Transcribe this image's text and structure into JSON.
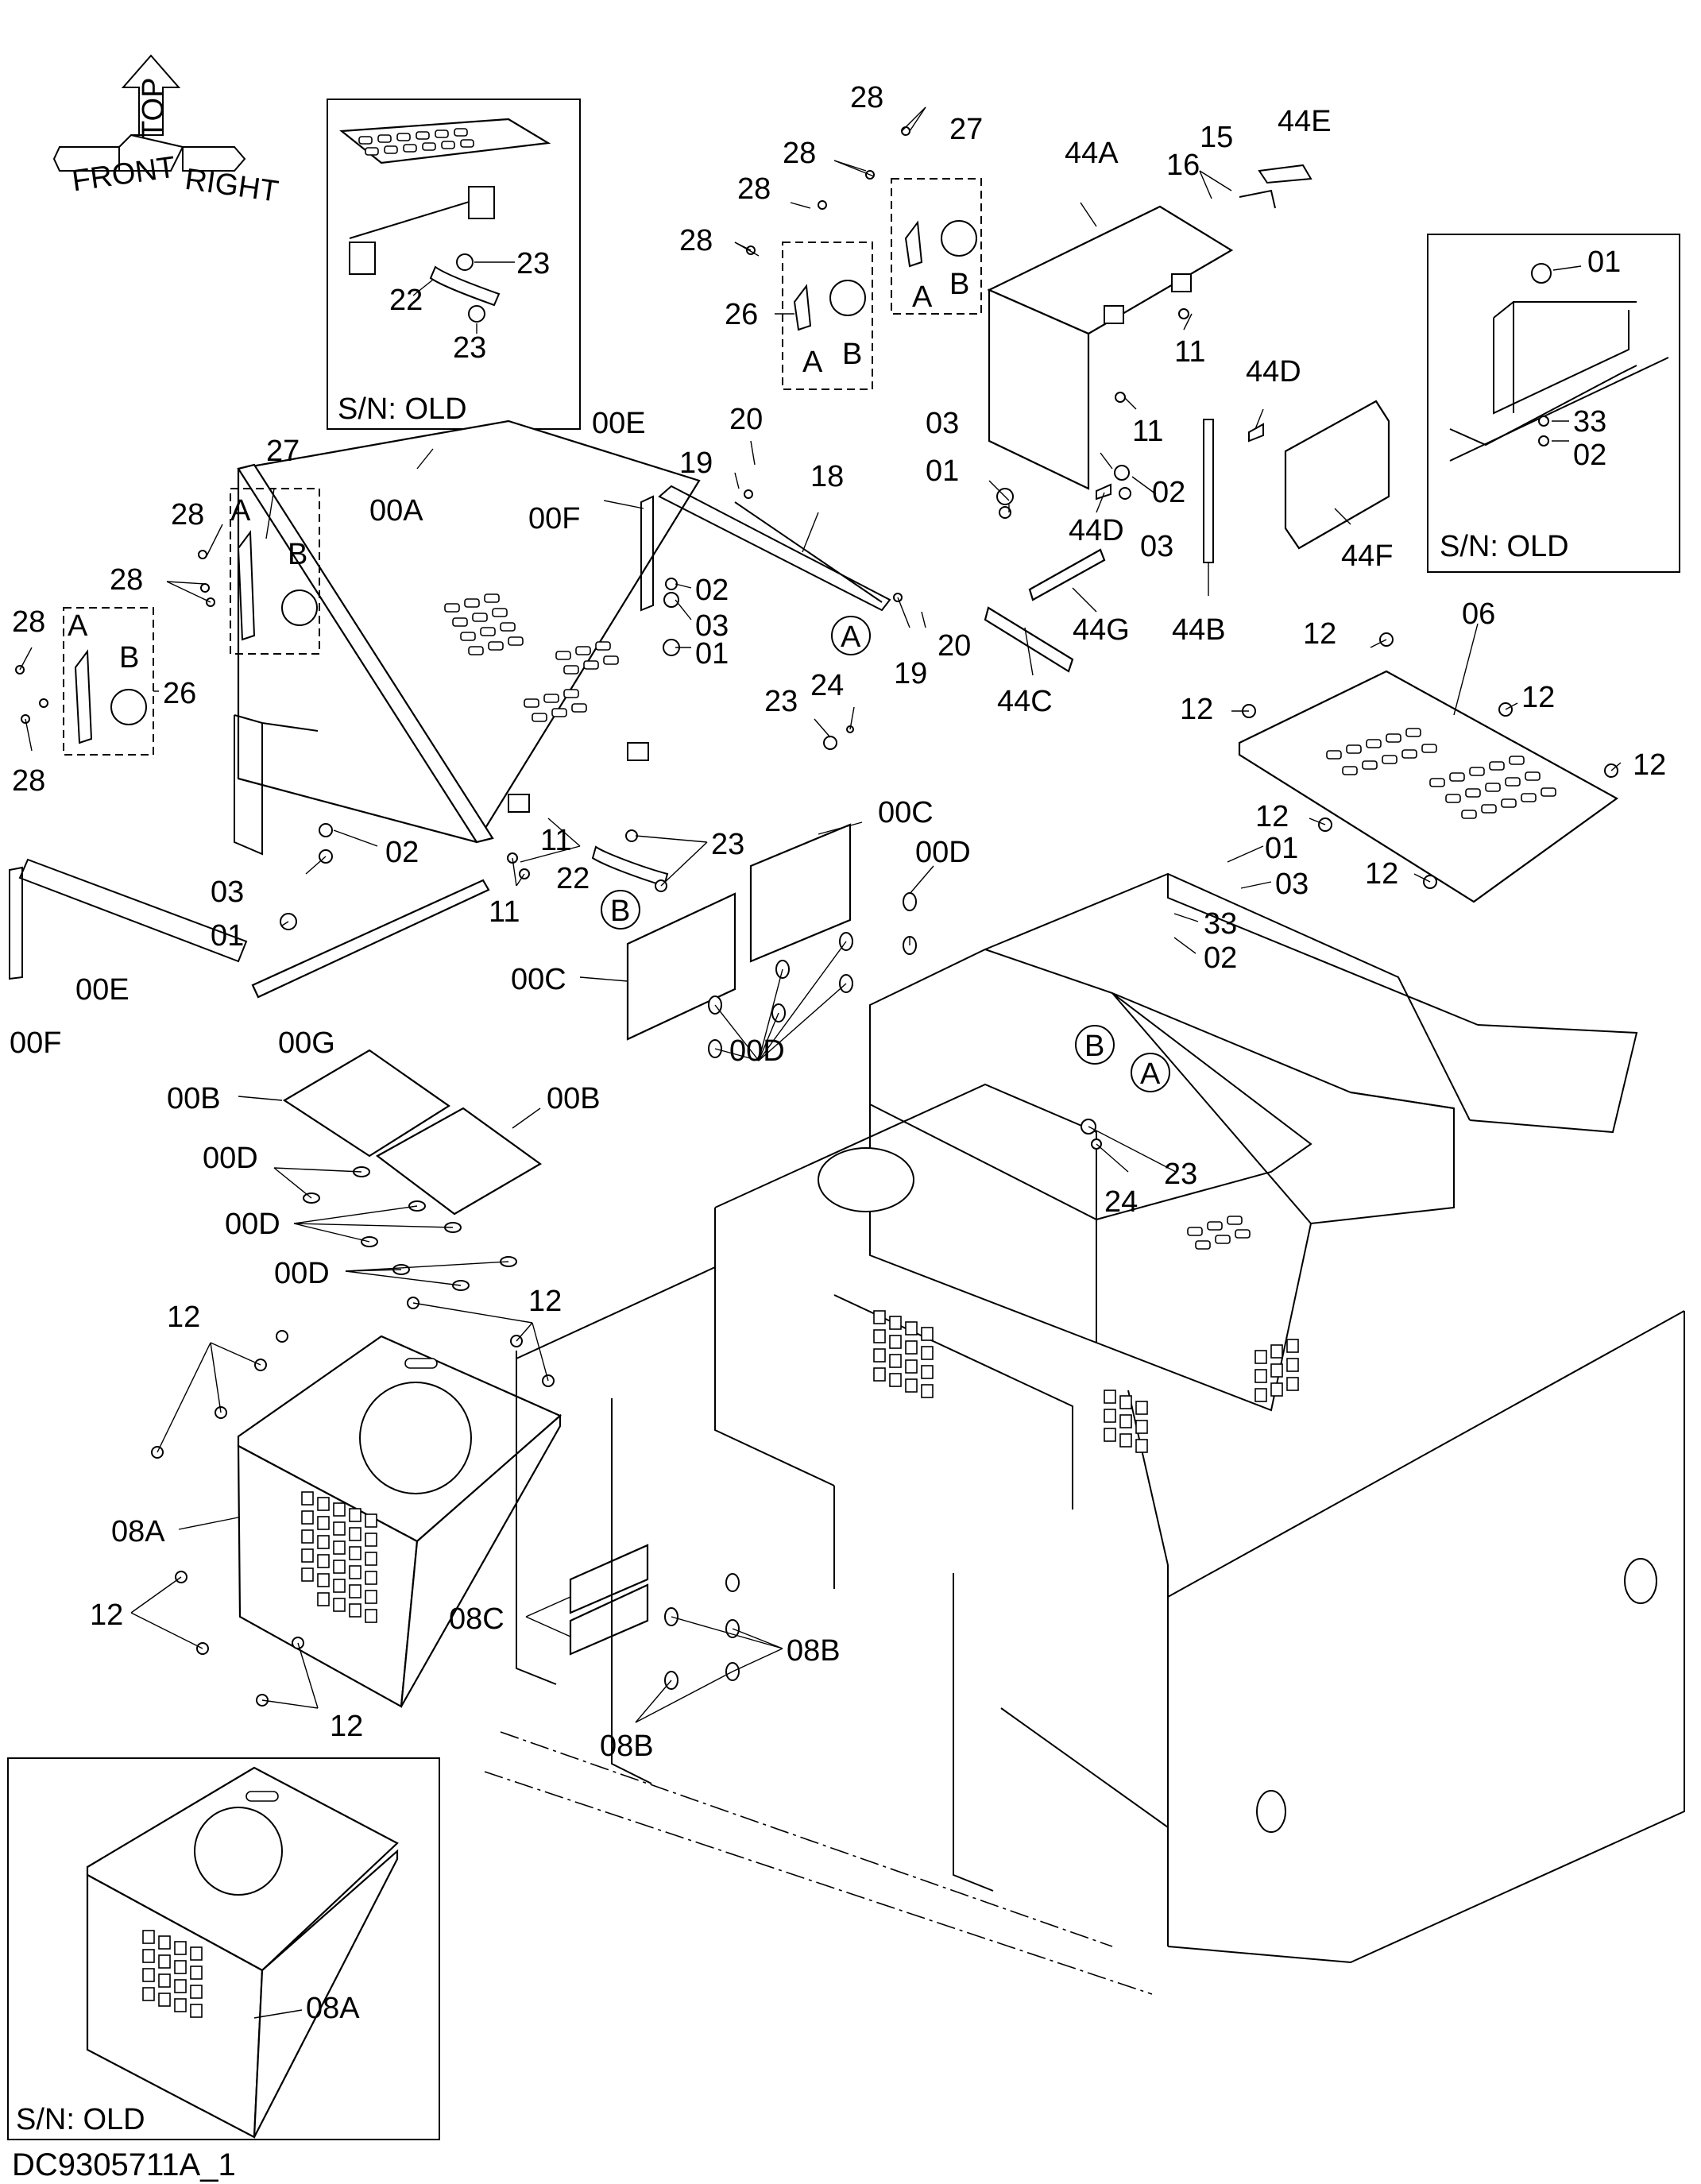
{
  "drawing_number": "DC9305711A_1",
  "direction_indicator": {
    "front": "FRONT",
    "top": "TOP",
    "right": "RIGHT"
  },
  "insets": [
    {
      "id": "inset-latch-old",
      "title": "S/N: OLD",
      "labels": [
        "23",
        "22",
        "23"
      ]
    },
    {
      "id": "inset-bracket-old",
      "title": "S/N: OLD",
      "labels": [
        "01",
        "33",
        "02"
      ]
    },
    {
      "id": "inset-cover-old",
      "title": "S/N: OLD",
      "labels": [
        "08A"
      ]
    }
  ],
  "reference_markers": {
    "a": "A",
    "b": "B"
  },
  "callouts": [
    {
      "id": "c-28-a",
      "text": "28"
    },
    {
      "id": "c-27-a",
      "text": "27"
    },
    {
      "id": "c-28-b",
      "text": "28"
    },
    {
      "id": "c-28-c",
      "text": "28"
    },
    {
      "id": "c-28-d",
      "text": "28"
    },
    {
      "id": "c-26-a",
      "text": "26"
    },
    {
      "id": "c-A-1",
      "text": "A"
    },
    {
      "id": "c-B-1",
      "text": "B"
    },
    {
      "id": "c-A-2",
      "text": "A"
    },
    {
      "id": "c-B-2",
      "text": "B"
    },
    {
      "id": "c-44A",
      "text": "44A"
    },
    {
      "id": "c-16",
      "text": "16"
    },
    {
      "id": "c-15",
      "text": "15"
    },
    {
      "id": "c-44E",
      "text": "44E"
    },
    {
      "id": "c-11-a",
      "text": "11"
    },
    {
      "id": "c-11-b",
      "text": "11"
    },
    {
      "id": "c-44D-a",
      "text": "44D"
    },
    {
      "id": "c-03-a",
      "text": "03"
    },
    {
      "id": "c-01-a",
      "text": "01"
    },
    {
      "id": "c-02-a",
      "text": "02"
    },
    {
      "id": "c-03-b",
      "text": "03"
    },
    {
      "id": "c-44D-b",
      "text": "44D"
    },
    {
      "id": "c-44F",
      "text": "44F"
    },
    {
      "id": "c-44G",
      "text": "44G"
    },
    {
      "id": "c-44B",
      "text": "44B"
    },
    {
      "id": "c-44C",
      "text": "44C"
    },
    {
      "id": "c-27-b",
      "text": "27"
    },
    {
      "id": "c-28-e",
      "text": "28"
    },
    {
      "id": "c-A-3",
      "text": "A"
    },
    {
      "id": "c-B-3",
      "text": "B"
    },
    {
      "id": "c-28-f",
      "text": "28"
    },
    {
      "id": "c-28-g",
      "text": "28"
    },
    {
      "id": "c-A-4",
      "text": "A"
    },
    {
      "id": "c-B-4",
      "text": "B"
    },
    {
      "id": "c-26-b",
      "text": "26"
    },
    {
      "id": "c-28-h",
      "text": "28"
    },
    {
      "id": "c-00A",
      "text": "00A"
    },
    {
      "id": "c-00E-a",
      "text": "00E"
    },
    {
      "id": "c-20-a",
      "text": "20"
    },
    {
      "id": "c-19-a",
      "text": "19"
    },
    {
      "id": "c-18",
      "text": "18"
    },
    {
      "id": "c-00F-a",
      "text": "00F"
    },
    {
      "id": "c-02-b",
      "text": "02"
    },
    {
      "id": "c-03-c",
      "text": "03"
    },
    {
      "id": "c-01-b",
      "text": "01"
    },
    {
      "id": "c-19-b",
      "text": "19"
    },
    {
      "id": "c-20-b",
      "text": "20"
    },
    {
      "id": "c-23-a",
      "text": "23"
    },
    {
      "id": "c-24-a",
      "text": "24"
    },
    {
      "id": "c-02-c",
      "text": "02"
    },
    {
      "id": "c-03-d",
      "text": "03"
    },
    {
      "id": "c-01-c",
      "text": "01"
    },
    {
      "id": "c-11-c",
      "text": "11"
    },
    {
      "id": "c-23-b",
      "text": "23"
    },
    {
      "id": "c-22",
      "text": "22"
    },
    {
      "id": "c-11-d",
      "text": "11"
    },
    {
      "id": "c-00C-a",
      "text": "00C"
    },
    {
      "id": "c-00D-a",
      "text": "00D"
    },
    {
      "id": "c-00C-b",
      "text": "00C"
    },
    {
      "id": "c-00D-b",
      "text": "00D"
    },
    {
      "id": "c-00E-b",
      "text": "00E"
    },
    {
      "id": "c-00F-b",
      "text": "00F"
    },
    {
      "id": "c-00G",
      "text": "00G"
    },
    {
      "id": "c-00B-a",
      "text": "00B"
    },
    {
      "id": "c-00B-b",
      "text": "00B"
    },
    {
      "id": "c-00D-c",
      "text": "00D"
    },
    {
      "id": "c-00D-d",
      "text": "00D"
    },
    {
      "id": "c-00D-e",
      "text": "00D"
    },
    {
      "id": "c-12-a",
      "text": "12"
    },
    {
      "id": "c-06",
      "text": "06"
    },
    {
      "id": "c-12-b",
      "text": "12"
    },
    {
      "id": "c-12-c",
      "text": "12"
    },
    {
      "id": "c-12-d",
      "text": "12"
    },
    {
      "id": "c-12-e",
      "text": "12"
    },
    {
      "id": "c-01-d",
      "text": "01"
    },
    {
      "id": "c-12-f",
      "text": "12"
    },
    {
      "id": "c-03-e",
      "text": "03"
    },
    {
      "id": "c-33",
      "text": "33"
    },
    {
      "id": "c-02-d",
      "text": "02"
    },
    {
      "id": "c-23-c",
      "text": "23"
    },
    {
      "id": "c-24-b",
      "text": "24"
    },
    {
      "id": "c-12-g",
      "text": "12"
    },
    {
      "id": "c-12-h",
      "text": "12"
    },
    {
      "id": "c-08A",
      "text": "08A"
    },
    {
      "id": "c-12-i",
      "text": "12"
    },
    {
      "id": "c-12-j",
      "text": "12"
    },
    {
      "id": "c-08C",
      "text": "08C"
    },
    {
      "id": "c-08B-a",
      "text": "08B"
    },
    {
      "id": "c-08B-b",
      "text": "08B"
    }
  ]
}
